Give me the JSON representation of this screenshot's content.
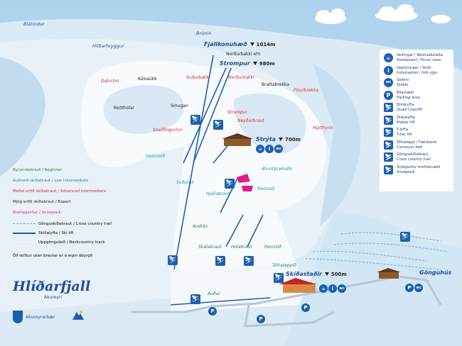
{
  "area_names": [
    {
      "id": "blatindur",
      "text": "Blátindur"
    },
    {
      "id": "brunin",
      "text": "Brúnin"
    },
    {
      "id": "hlidarhryggur",
      "text": "Hlíðarhryggur"
    }
  ],
  "peaks": [
    {
      "id": "fjallkonuhaed",
      "name": "Fjallkonuhæð",
      "elevation": "1014m"
    },
    {
      "id": "strompur",
      "name": "Strompur",
      "elevation": "980m"
    },
    {
      "id": "stryta",
      "name": "Strýta",
      "elevation": "700m"
    },
    {
      "id": "skidastadir",
      "name": "Skíðastaðir",
      "elevation": "500m"
    }
  ],
  "trails": [
    {
      "id": "nordurbakki-efri",
      "text": "Norðurbakki efri",
      "color": "dark"
    },
    {
      "id": "dalurinn",
      "text": "Dalurinn",
      "color": "red"
    },
    {
      "id": "kulusukk",
      "text": "Kúlusúkk",
      "color": "dark"
    },
    {
      "id": "sudurbakki",
      "text": "Suðurbakki",
      "color": "red"
    },
    {
      "id": "nordurbakki",
      "text": "Norðurbakki",
      "color": "red"
    },
    {
      "id": "brattabrekka",
      "text": "Brattabrekka",
      "color": "dark"
    },
    {
      "id": "pisurbrekka",
      "text": "Písurbrekka",
      "color": "red"
    },
    {
      "id": "reitholar",
      "text": "Reitthólar",
      "color": "dark"
    },
    {
      "id": "smugan",
      "text": "Smugan",
      "color": "dark"
    },
    {
      "id": "strompur-run",
      "text": "Strompur",
      "color": "red"
    },
    {
      "id": "neydarbraut",
      "text": "Neyðarbraut",
      "color": "red"
    },
    {
      "id": "sneidingurinn",
      "text": "Sneiðingurinn",
      "color": "red"
    },
    {
      "id": "hjattryrin",
      "text": "Hjattryrin",
      "color": "red"
    },
    {
      "id": "heimreid",
      "text": "Heimreið",
      "color": "teal"
    },
    {
      "id": "aevintyralindin",
      "text": "Ævintýralindin",
      "color": "teal"
    },
    {
      "id": "sudurgil",
      "text": "Suðurgil",
      "color": "teal"
    },
    {
      "id": "hjallabraut",
      "text": "Hjallabraut",
      "color": "teal"
    },
    {
      "id": "rennsid-upper",
      "text": "Rennsið",
      "color": "teal"
    },
    {
      "id": "andres",
      "text": "Andrés",
      "color": "green"
    },
    {
      "id": "skalabraut",
      "text": "Skálabraut",
      "color": "green"
    },
    {
      "id": "holabraut",
      "text": "Hólabraut",
      "color": "green"
    },
    {
      "id": "rennsid-lower",
      "text": "Rennsið",
      "color": "green"
    },
    {
      "id": "toframeppid",
      "text": "Töfrateppið",
      "color": "green"
    },
    {
      "id": "audur",
      "text": "Auður",
      "color": "green"
    }
  ],
  "gonguhus": "Gönguhús",
  "legend_left": {
    "beginner": "Byrjendabraut / Beginner",
    "low_intermediate": "Auðveld skíðabraut / Low intermediate",
    "advanced_intermediate": "Meðal erfið skíðabraut / Advanced intermediate",
    "expert": "Mjög erfið skíðabraut / Expert",
    "snowpark": "Brettagarður / Snowpark",
    "cross_country": "Gönguskíðabraut / Cross country trail",
    "ski_lift": "Skíðalyfta / Ski lift",
    "backcountry": "Uppgönguleið / Backcountry track",
    "disclaimer": "Öll skíðun utan brautar er á eigin ábyrgð"
  },
  "legend_right": [
    {
      "icon": "restaurant-icon",
      "glyph": "☕",
      "line1": "Veitingar / Nestisaðstaða",
      "line2": "Restaurant / Picnic area"
    },
    {
      "icon": "info-icon",
      "glyph": "i",
      "line1": "Upplýsingar / Skilti",
      "line2": "Information / Info sign"
    },
    {
      "icon": "wc-icon",
      "glyph": "wc",
      "line1": "Salerni",
      "line2": "Toilets"
    },
    {
      "icon": "parking-icon",
      "glyph": "P",
      "line1": "Bílastæði",
      "line2": "Parking area"
    },
    {
      "icon": "chairlift-icon",
      "glyph": "⛷",
      "line1": "Stólalyfta",
      "line2": "Quad Chairlift"
    },
    {
      "icon": "platter-lift-icon",
      "glyph": "⛷",
      "line1": "Diskalyfta",
      "line2": "Platter lift"
    },
    {
      "icon": "tbar-lift-icon",
      "glyph": "⛷",
      "line1": "T-lyfta",
      "line2": "T-bar lift"
    },
    {
      "icon": "conveyor-icon",
      "glyph": "⛷",
      "line1": "Töfrateppi / Færiband",
      "line2": "Conveyor belt"
    },
    {
      "icon": "cross-country-icon",
      "glyph": "⛷",
      "line1": "Gönguskíðabraut",
      "line2": "Cross country trail"
    },
    {
      "icon": "snowpark-icon",
      "glyph": "⛷",
      "line1": "Snjógarður brettasvæði",
      "line2": "Snowpark"
    }
  ],
  "logo": {
    "title": "Hlíðarfjall",
    "subtitle": "Akureyri",
    "org1": "Akureyrarbær"
  },
  "colors": {
    "lift": "#1d5fae",
    "red_run": "#e2262c",
    "green_run": "#1f8a3a",
    "teal_run": "#1a9aa8",
    "snowpark": "#e6198c",
    "icon": "#1d5fae"
  }
}
